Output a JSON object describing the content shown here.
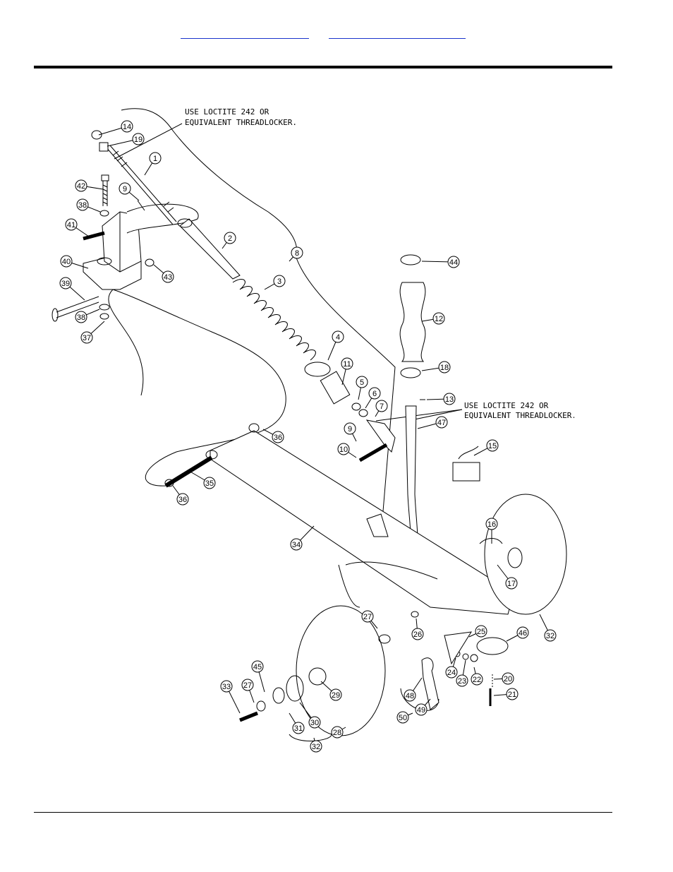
{
  "header": {
    "links": [
      {
        "text": ""
      },
      {
        "text": ""
      }
    ]
  },
  "notes": {
    "top": [
      "USE LOCTITE 242 OR",
      "EQUIVALENT THREADLOCKER."
    ],
    "mid": [
      "USE LOCTITE 242 OR",
      "EQUIVALENT THREADLOCKER."
    ]
  },
  "callouts": [
    "14",
    "19",
    "1",
    "42",
    "9",
    "38",
    "41",
    "40",
    "43",
    "39",
    "38",
    "37",
    "2",
    "3",
    "8",
    "44",
    "12",
    "4",
    "18",
    "11",
    "5",
    "6",
    "13",
    "7",
    "9",
    "10",
    "47",
    "15",
    "36",
    "35",
    "36",
    "34",
    "16",
    "17",
    "32",
    "27",
    "26",
    "25",
    "46",
    "45",
    "27",
    "33",
    "29",
    "24",
    "23",
    "22",
    "20",
    "21",
    "48",
    "49",
    "50",
    "31",
    "30",
    "28",
    "32"
  ]
}
